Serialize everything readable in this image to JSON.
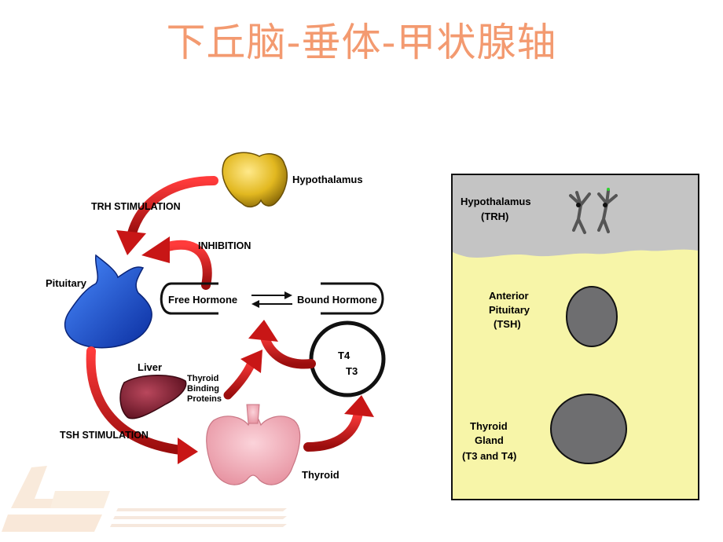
{
  "title": "下丘脑-垂体-甲状腺轴",
  "colors": {
    "title": "#f39a70",
    "arrow_red": "#cc1a1a",
    "hypothalamus_gold": "#e2b820",
    "pituitary_blue": "#1a5ad6",
    "liver": "#7a1c2e",
    "thyroid_pink": "#f0a8b4",
    "panel_gray": "#c4c4c4",
    "panel_yellow": "#f7f5a8",
    "gland_gray": "#6e6e70"
  },
  "left_diagram": {
    "hypothalamus": "Hypothalamus",
    "trh_stimulation": "TRH STIMULATION",
    "inhibition": "INHIBITION",
    "pituitary": "Pituitary",
    "free_hormone": "Free Hormone",
    "bound_hormone": "Bound Hormone",
    "liver": "Liver",
    "binding_proteins": [
      "Thyroid",
      "Binding",
      "Proteins"
    ],
    "t4": "T4",
    "t3": "T3",
    "tsh_stimulation": "TSH STIMULATION",
    "thyroid": "Thyroid"
  },
  "right_panel": {
    "hypothalamus": [
      "Hypothalamus",
      "(TRH)"
    ],
    "anterior_pituitary": [
      "Anterior",
      "Pituitary",
      "(TSH)"
    ],
    "thyroid_gland": [
      "Thyroid",
      "Gland",
      "(T3 and T4)"
    ]
  }
}
